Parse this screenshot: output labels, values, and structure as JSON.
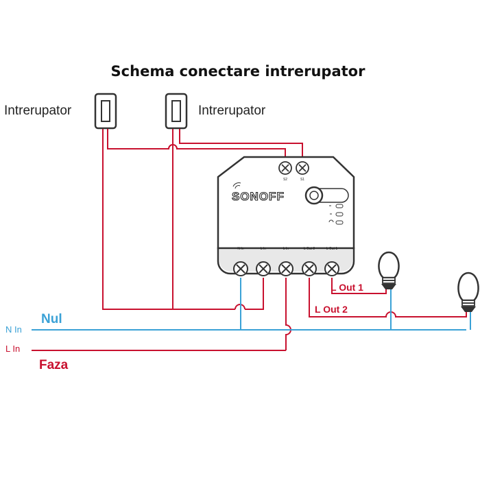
{
  "title": "Schema conectare intrerupator",
  "switches": [
    {
      "label": "Intrerupator"
    },
    {
      "label": "Intrerupator"
    }
  ],
  "device": {
    "brand": "SONOFF",
    "top_terminals": [
      "S2",
      "S1"
    ],
    "bottom_terminals": [
      "N In",
      "L In",
      "L In",
      "L Out 2",
      "L Out 1"
    ]
  },
  "lines": {
    "neutral_tag": "N In",
    "neutral_name": "Nul",
    "phase_tag": "L In",
    "phase_name": "Faza"
  },
  "outputs": {
    "out1": "L Out 1",
    "out2": "L Out 2"
  },
  "colors": {
    "red": "#c8102e",
    "blue": "#3aa1d6",
    "device_border": "#333333"
  }
}
